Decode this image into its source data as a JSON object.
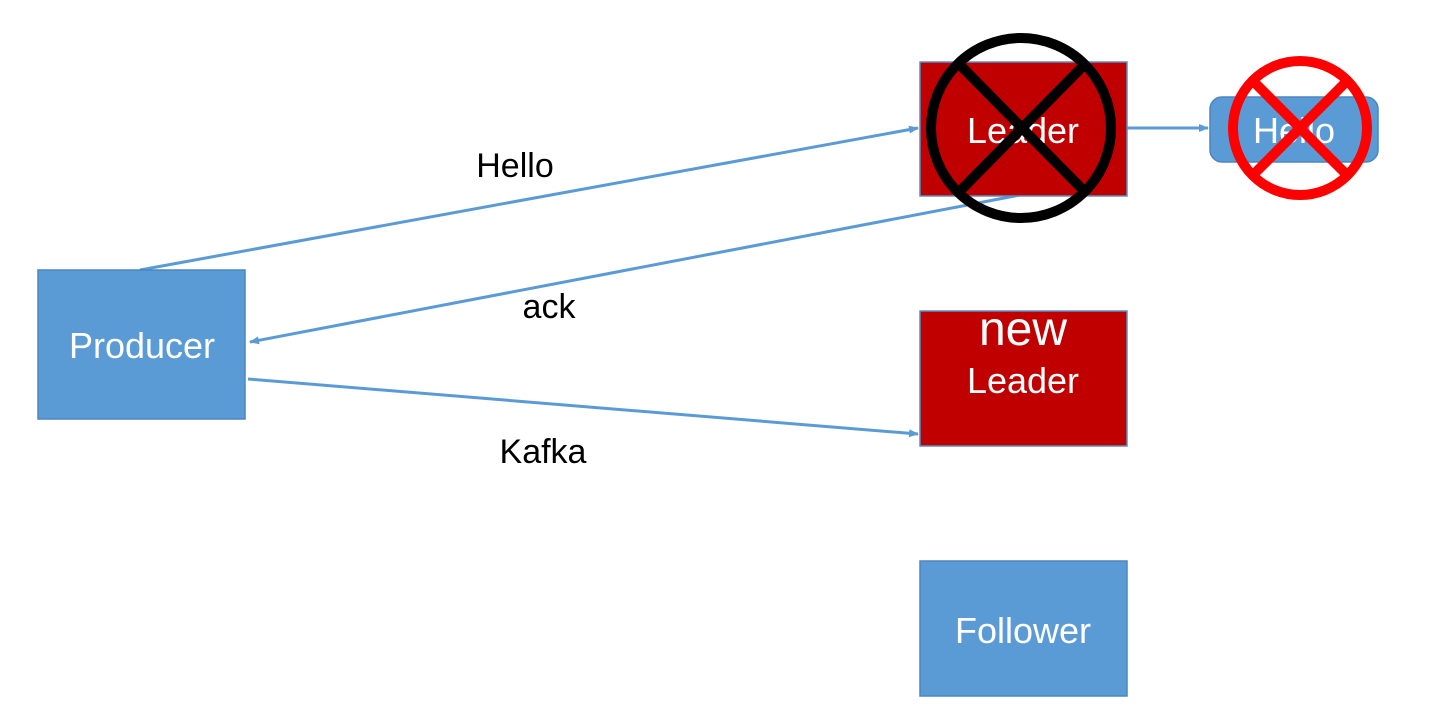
{
  "nodes": {
    "producer": "Producer",
    "leader": "Leader",
    "new_leader_line1": "new",
    "new_leader_line2": "Leader",
    "follower": "Follower",
    "message": "Hello"
  },
  "edges": {
    "send_hello": "Hello",
    "ack": "ack",
    "send_kafka": "Kafka"
  },
  "colors": {
    "blue": "#5b9bd5",
    "leader_red": "#c00000",
    "arrow": "#5b9bd5",
    "cross_black": "#000000",
    "cross_red": "#ff0000"
  }
}
